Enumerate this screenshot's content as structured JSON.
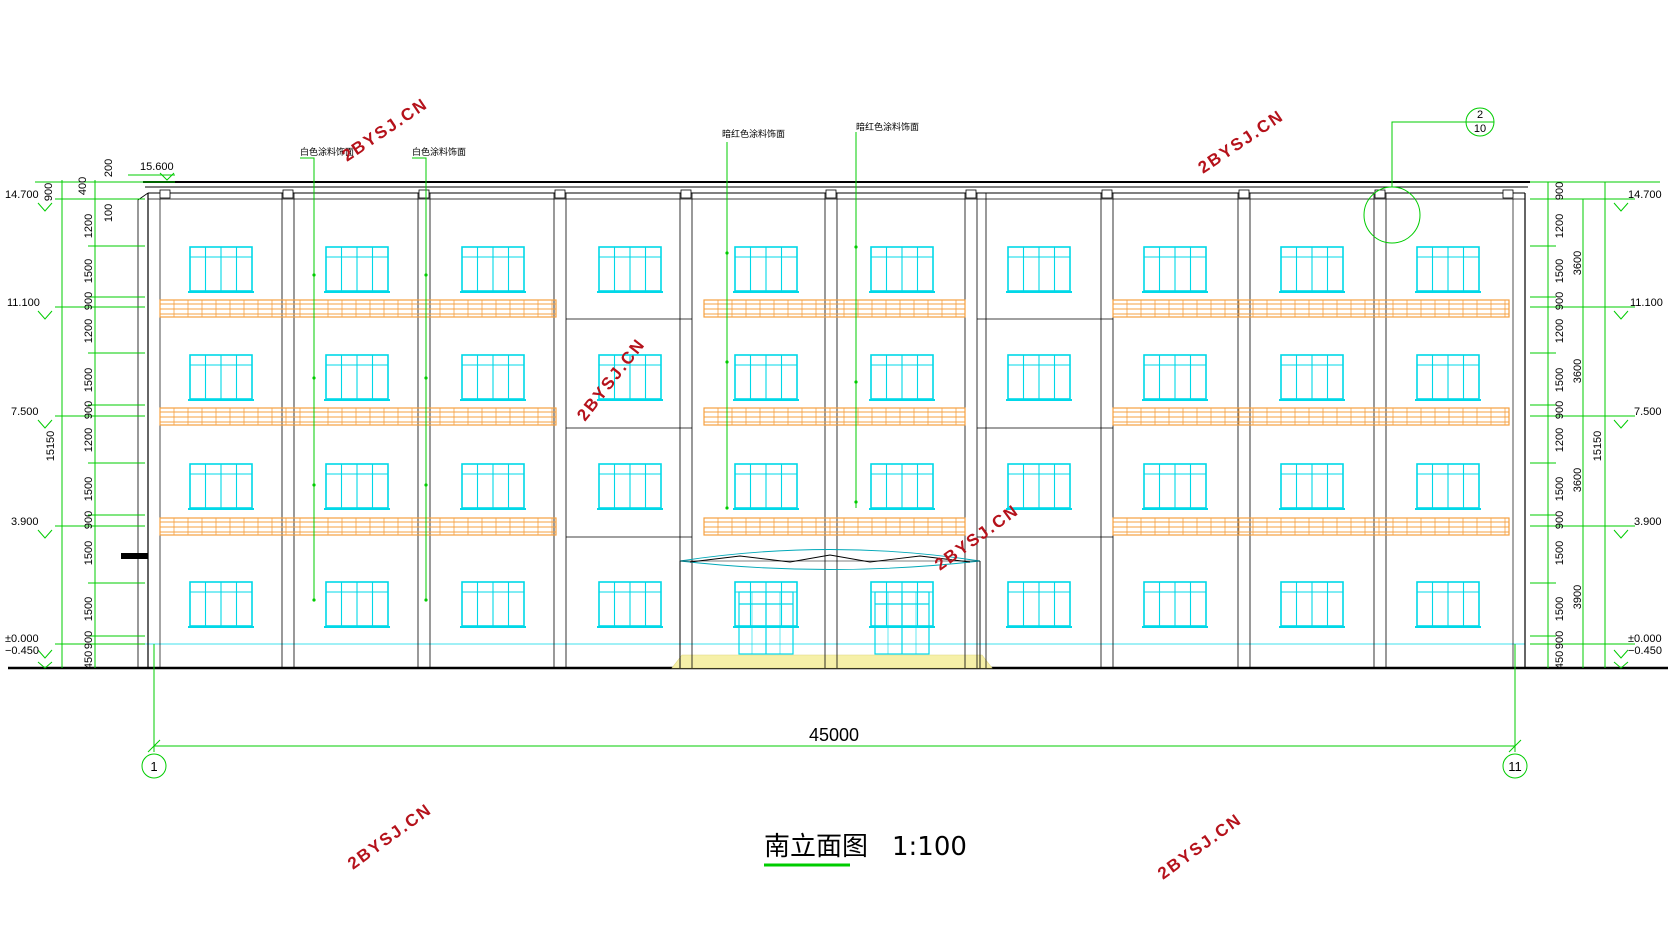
{
  "drawing": {
    "title": "南立面图",
    "scale": "1:100",
    "overall_dimension": "45000",
    "axis_start": "1",
    "axis_end": "11",
    "detail_ref": {
      "number": "2",
      "sheet": "10"
    },
    "watermark": "2BYSJ.CN",
    "roof_top_level": "15.600",
    "levels": [
      {
        "label": "14.700"
      },
      {
        "label": "11.100"
      },
      {
        "label": "7.500"
      },
      {
        "label": "3.900"
      },
      {
        "label": "±0.000"
      },
      {
        "label": "−0.450"
      }
    ],
    "left_dims": [
      "200",
      "400",
      "900",
      "100",
      "1200",
      "1500",
      "900",
      "1200",
      "1500",
      "900",
      "1200",
      "1500",
      "900",
      "1500",
      "1500",
      "900",
      "450"
    ],
    "right_dims": [
      "900",
      "1200",
      "1500",
      "900",
      "1200",
      "1500",
      "900",
      "1200",
      "1500",
      "900",
      "1500",
      "1500",
      "900",
      "450"
    ],
    "right_story_dims": [
      "3600",
      "3600",
      "3600",
      "3900"
    ],
    "total_height": "15150",
    "material_notes": [
      "白色涂料饰面",
      "白色涂料饰面",
      "暗红色涂料饰面",
      "暗红色涂料饰面"
    ]
  },
  "colors": {
    "window": "#00d8e8",
    "railing": "#f5a040",
    "dim_line": "#00cc00",
    "watermark": "#b5121b",
    "ground_fill": "#f6f0a8"
  }
}
